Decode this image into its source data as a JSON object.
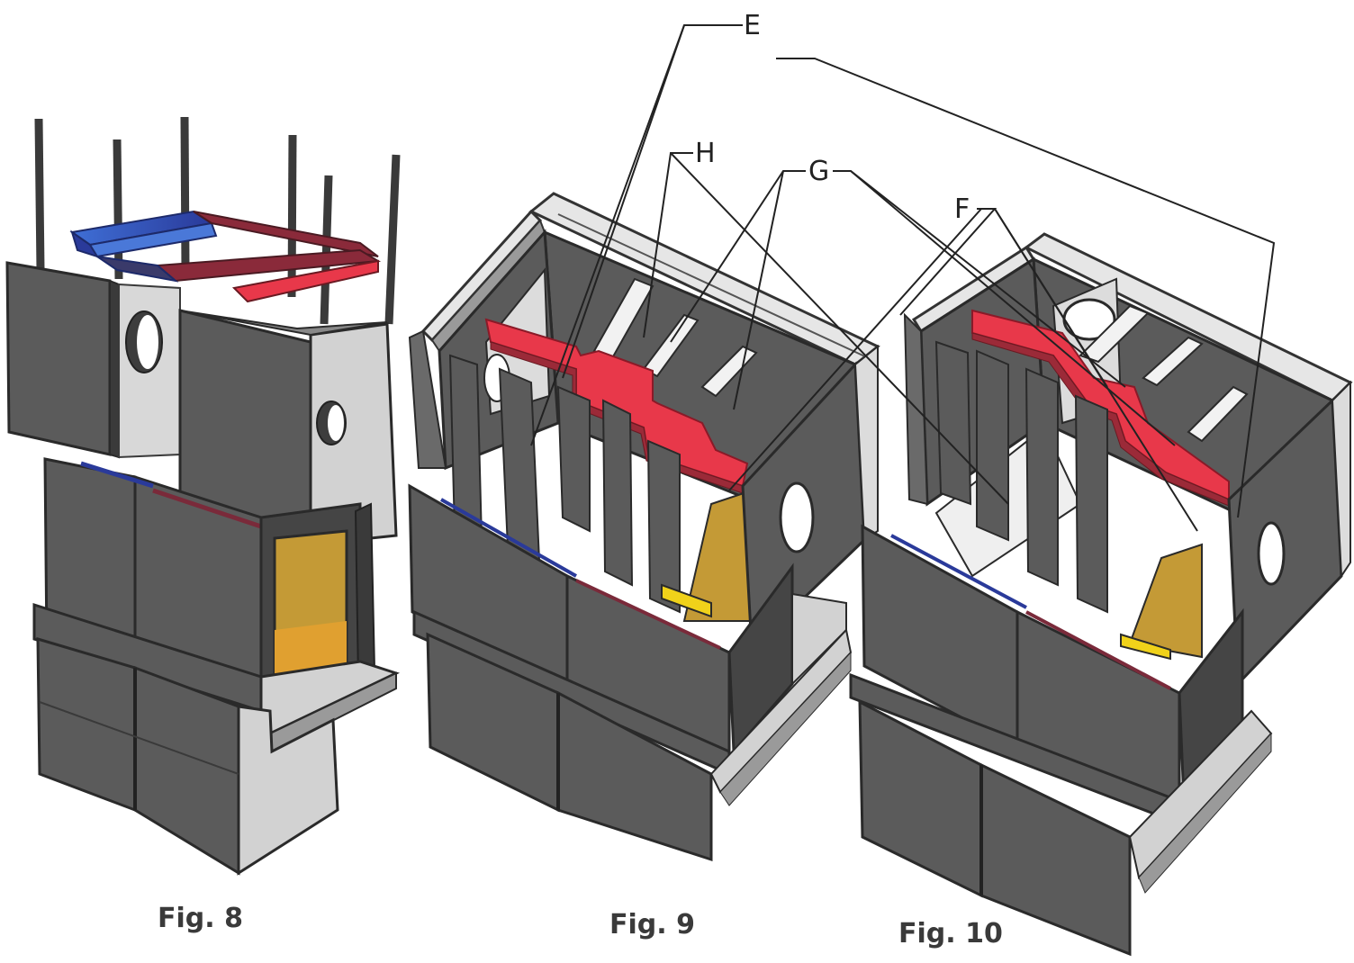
{
  "figures": [
    {
      "caption": "Fig. 8"
    },
    {
      "caption": "Fig. 9"
    },
    {
      "caption": "Fig. 10"
    }
  ],
  "labels": [
    {
      "letter": "E"
    },
    {
      "letter": "H"
    },
    {
      "letter": "G"
    },
    {
      "letter": "F"
    }
  ],
  "colors": {
    "panel": "#5b5b5b",
    "panel_edge": "#2a2a2a",
    "light_panel": "#d2d2d2",
    "red": "#e8384a",
    "dark_red": "#9b2a38",
    "blue": "#4a78d8",
    "yellow": "#f0d21a",
    "ochre": "#c49a36",
    "leader": "#222222"
  }
}
